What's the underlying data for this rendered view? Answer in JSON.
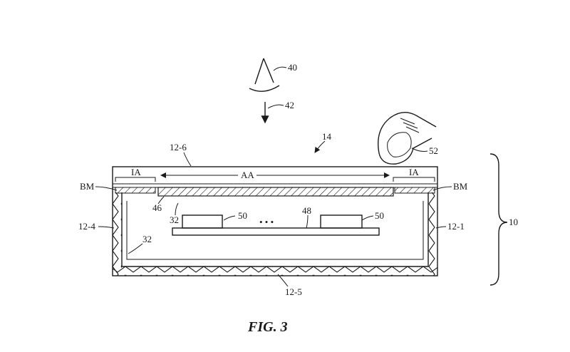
{
  "figure": {
    "caption": "FIG. 3",
    "labels": {
      "viewer": "40",
      "view_direction": "42",
      "device_ref": "14",
      "finger": "52",
      "housing_top": "12-6",
      "housing_left": "12-4",
      "housing_right": "12-1",
      "housing_bottom": "12-5",
      "device": "10",
      "active_area": "AA",
      "inactive_left": "IA",
      "inactive_right": "IA",
      "border_mask_left": "BM",
      "border_mask_right": "BM",
      "display_layer": "46",
      "layer_32_a": "32",
      "layer_32_b": "32",
      "component_left": "50",
      "component_right": "50",
      "board": "48",
      "ellipsis": "• • •"
    }
  }
}
